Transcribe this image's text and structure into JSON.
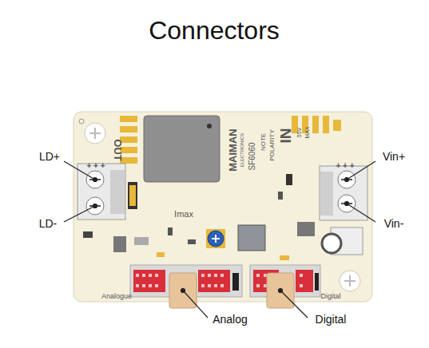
{
  "diagram": {
    "title": "Connectors",
    "labels": [
      "LD+",
      "LD-",
      "Vin+",
      "Vin-",
      "Analog",
      "Digital",
      "OUT",
      "+ + +",
      "MAIMAN",
      "ELECTRONICS",
      "SF6060",
      "NOTE",
      "POLARITY",
      "IN",
      "55V",
      "MAX",
      "+ + +",
      "Imax",
      "Analogue",
      "Digital"
    ]
  }
}
